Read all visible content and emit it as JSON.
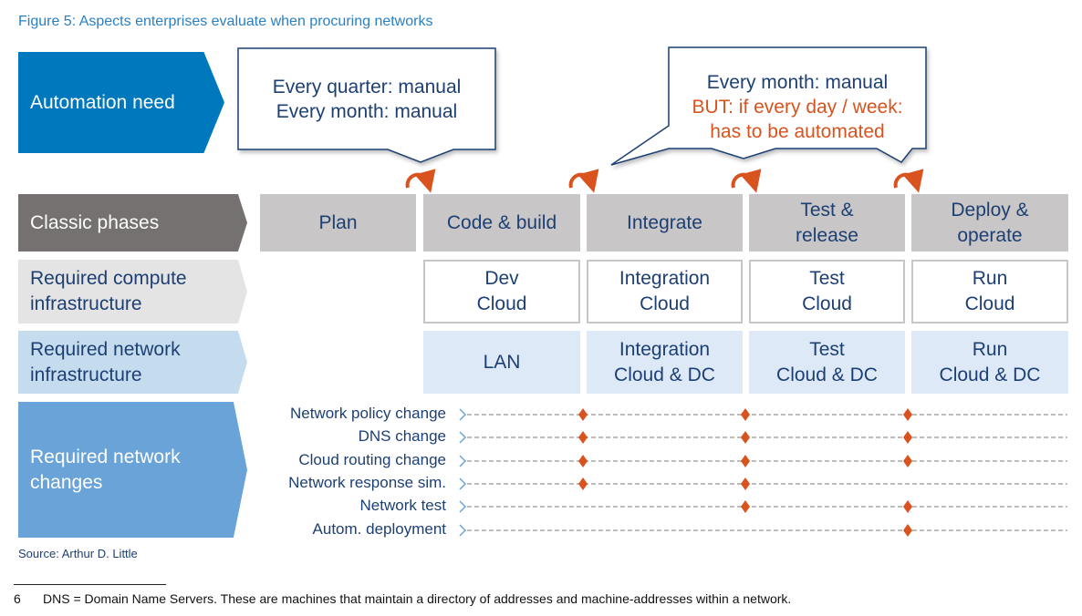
{
  "title": "Figure 5: Aspects enterprises evaluate when procuring networks",
  "rows": {
    "automation": "Automation need",
    "phases": "Classic phases",
    "compute": [
      "Required compute",
      "infrastructure"
    ],
    "network": [
      "Required network",
      "infrastructure"
    ],
    "changes": [
      "Required network",
      "changes"
    ]
  },
  "callouts": {
    "left": [
      "Every quarter: manual",
      "Every month: manual"
    ],
    "right": [
      "Every month: manual",
      "BUT: if every day / week:",
      "has to be automated"
    ]
  },
  "phases": [
    "Plan",
    "Code & build",
    "Integrate",
    "Test &\nrelease",
    "Deploy &\noperate"
  ],
  "compute": [
    "",
    "Dev\nCloud",
    "Integration\nCloud",
    "Test\nCloud",
    "Run\nCloud"
  ],
  "network": [
    "",
    "LAN",
    "Integration\nCloud & DC",
    "Test\nCloud & DC",
    "Run\nCloud & DC"
  ],
  "changes": [
    {
      "label": "Network policy change",
      "marks": [
        true,
        true,
        true
      ]
    },
    {
      "label": "DNS change",
      "marks": [
        true,
        true,
        true
      ]
    },
    {
      "label": "Cloud routing change",
      "marks": [
        true,
        true,
        true
      ]
    },
    {
      "label": "Network response sim.",
      "marks": [
        true,
        true,
        false
      ]
    },
    {
      "label": "Network test",
      "marks": [
        false,
        true,
        true
      ]
    },
    {
      "label": "Autom. deployment",
      "marks": [
        false,
        false,
        true
      ]
    }
  ],
  "source": "Source: Arthur D. Little",
  "footnote": {
    "number": "6",
    "text": "DNS = Domain Name Servers. These are machines that maintain a directory of addresses and machine-addresses within a network."
  },
  "colors": {
    "automation": "#0078be",
    "phases": "#767171",
    "compute": "#e4e4e4",
    "network": "#c5dcef",
    "changes": "#6aa3d8",
    "accent": "#d9531e"
  }
}
